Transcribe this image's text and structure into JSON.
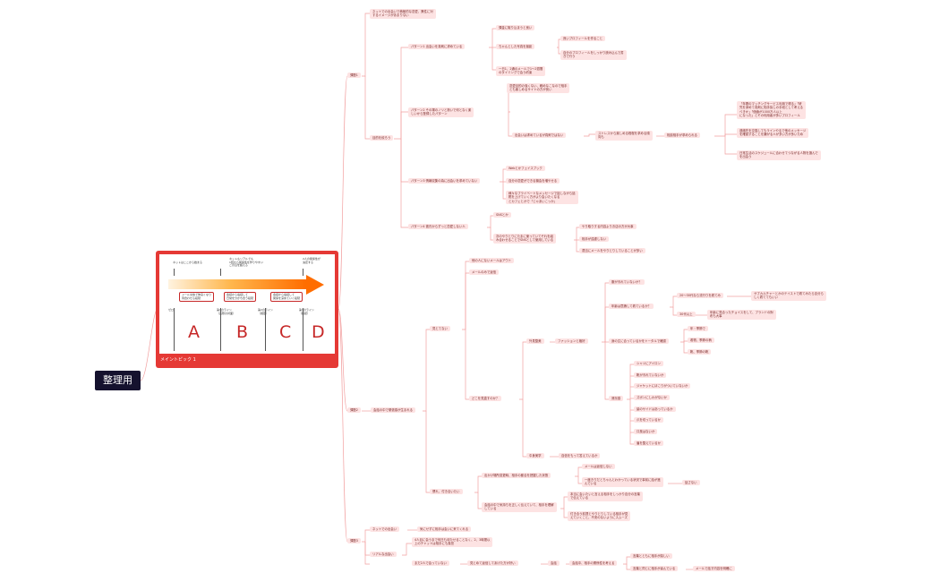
{
  "root": {
    "label": "整理用"
  },
  "main_topic": {
    "label": "メイントピック 1",
    "callouts": [
      "ネットはここから始まる",
      "ネットもリアルでも\n1回から関係性を作りやすい\nこの辺を超える",
      "2人の関係性が\n決定する"
    ],
    "boxes": [
      "メール交換で仲良くなり\n待合わせる段階",
      "会話から電話して\n日常を分かち合う段階",
      "会話から電話して\n関係を深めていく段階"
    ],
    "line_labels": [
      "ゼロ",
      "第1のライン\n（実際の対面）",
      "第2のライン\n（親密）",
      "第3のライン\n（確認）"
    ],
    "letters": [
      "A",
      "B",
      "C",
      "D"
    ]
  },
  "nodes": [
    {
      "text": "課題1"
    },
    {
      "text": "ネットでの出会いで積極的な恋愛、異性に対\nするイメージがあまりない"
    },
    {
      "text": "目的を絞ろう"
    },
    {
      "text": "パターン1 出会いを真剣に求めている"
    },
    {
      "text": "課金に取り込まうと良い"
    },
    {
      "text": "ちゃんとした写真を撮影"
    },
    {
      "text": "良いプロフィールを作ること"
    },
    {
      "text": "自分のプロフィールをしっかり読み込んで書\nきで行う"
    },
    {
      "text": "一日1、2通のメールで1〜2週間\nのタイミングで会う約束"
    },
    {
      "text": "パターン2 その場のノリと勢いで何となく楽\nしいから登録したパターン"
    },
    {
      "text": "恋愛目的の強くない、軽めなこなので相手\nとも楽しめるサイトの方が良い"
    },
    {
      "text": "出会いは求めているが真剣ではない"
    },
    {
      "text": "ストレスから楽しめる程程を求める傾\n向も"
    },
    {
      "text": "相談相手が求められる"
    },
    {
      "text": "「年間のマッチングサービス利用で得る」「研\n究を深めて真剣に相手探しの手段として考える\nべきか」「価値が1000万人以上\nになった」とその利用者が多いプロフィール"
    },
    {
      "text": "連絡先を交換してもラインやるで他のメッセージ\nを確認することを嫌がる人が多い方が多いため"
    },
    {
      "text": "日常生活のスケジュールに合わせてつながる人物を選んで\nを出会う"
    },
    {
      "text": "パターン3 情報収集の為に出会いを求めていない"
    },
    {
      "text": "Webとかフェイスブック"
    },
    {
      "text": "自分の恋愛ができる機会を増やせる"
    },
    {
      "text": "様々なプライベートなメッセージで話しながら話\n題を上げていく方がより会いたくなる\nとカフェとかで「じゃあいこっか」"
    },
    {
      "text": "パターン4 彼氏からずっと恋愛しない人"
    },
    {
      "text": "SNSとか"
    },
    {
      "text": "次のやりとりにたまに使っていてそれを組\nみ合わせることでSNSとして使用している"
    },
    {
      "text": "やり取りする内容よりお店の方が大事"
    },
    {
      "text": "相手が遠慮しない"
    },
    {
      "text": "適当にメールをやりとりしていることが多い"
    },
    {
      "text": "課題2"
    },
    {
      "text": "会話の中で緊張感が生まれる"
    },
    {
      "text": "他の人にないメールはアウト"
    },
    {
      "text": "メールのみで返信"
    },
    {
      "text": "見とてない"
    },
    {
      "text": "外見整美"
    },
    {
      "text": "ファッションと格好"
    },
    {
      "text": "服が汚れていないか？"
    },
    {
      "text": "年齢は意識して着ているか？"
    },
    {
      "text": "20〜30代なら流行りを着てみ"
    },
    {
      "text": "サブカルチャーとかのテイストで着てみたら自分ら\nしく着ててもいい"
    },
    {
      "text": "30代以上"
    },
    {
      "text": "年齢に見合ったチョイスをして、ブランドの財\n布も大事"
    },
    {
      "text": "身の丈に合っているかをトータルで確認"
    },
    {
      "text": "年・季節で"
    },
    {
      "text": "着物、季節の柄"
    },
    {
      "text": "靴、季節の靴"
    },
    {
      "text": "清潔感"
    },
    {
      "text": "シャツにアイロン"
    },
    {
      "text": "靴が汚れていないか"
    },
    {
      "text": "ジャケットにほこりがついていないか"
    },
    {
      "text": "ズボンにしわがないか"
    },
    {
      "text": "髪のサイドはあっているか"
    },
    {
      "text": "爪を切っているか"
    },
    {
      "text": "口臭はないか"
    },
    {
      "text": "眉を整えているか"
    },
    {
      "text": "どこを見直すのか？"
    },
    {
      "text": "中身美学"
    },
    {
      "text": "自信をもって答えているか"
    },
    {
      "text": "慣れ、付き合いたい"
    },
    {
      "text": "出かけ場所変更時、相手の都合を把握した状態"
    },
    {
      "text": "メールは返信しない"
    },
    {
      "text": "一度きりだとちゃんとわかっている状況で事前に話が進\nんでいる"
    },
    {
      "text": "話さない"
    },
    {
      "text": "会話の中で気持ちを正しく伝えていて、相手を理解\nしている"
    },
    {
      "text": "本当に会いたいと言える相手をしっかり自分の言葉\nで伝えている"
    },
    {
      "text": "付き合う前提とやりとりしている相手が見\nえていくこと、不安のないようにスムーズ"
    },
    {
      "text": "課題3"
    },
    {
      "text": "ネットでの出会い"
    },
    {
      "text": "気にせずに相手は会いに来てくれる"
    },
    {
      "text": "リアルな出会い"
    },
    {
      "text": "4人目に会うまで何日も待たせることなく、2、3時間以\n上のチャットは相手にも負担"
    },
    {
      "text": "まだ2人で会っていない"
    },
    {
      "text": "見とめて返信してあげた方が好い"
    },
    {
      "text": "会話"
    },
    {
      "text": "会話中、相手の関係性を考える"
    },
    {
      "text": "言葉とともに相手が嬉しい"
    },
    {
      "text": "言葉と同じに相手が喜んでいる"
    },
    {
      "text": "メールで話す内容を明確に"
    }
  ]
}
